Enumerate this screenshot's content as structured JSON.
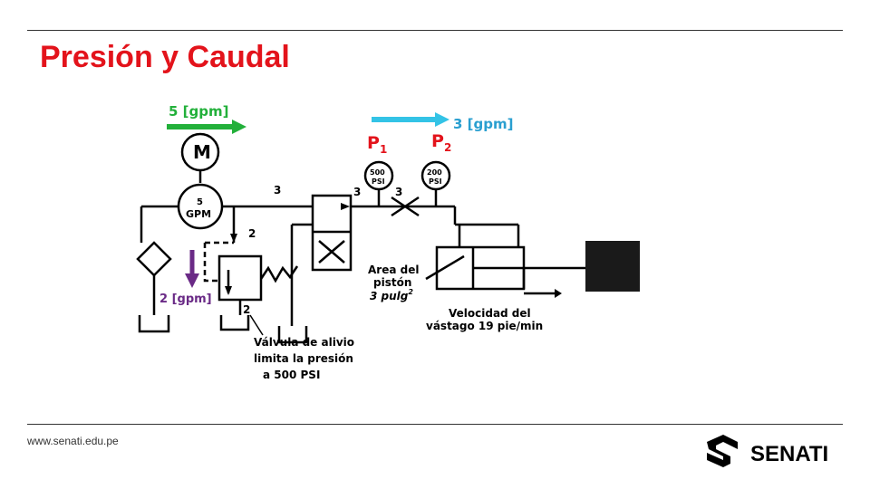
{
  "slide": {
    "title": "Presión y Caudal",
    "url": "www.senati.edu.pe",
    "logo_text": "SENATI"
  },
  "diagram": {
    "flow_in": "5 [gpm]",
    "flow_out": "3 [gpm]",
    "flow_relief": "2 [gpm]",
    "motor": "M",
    "pump_value": "5",
    "pump_unit": "GPM",
    "p1": "P",
    "p1_sub": "1",
    "p2": "P",
    "p2_sub": "2",
    "gauge1_value": "500",
    "gauge1_unit": "PSI",
    "gauge2_value": "200",
    "gauge2_unit": "PSI",
    "line_label_3a": "3",
    "line_label_3b": "3",
    "line_label_3c": "3",
    "line_label_2a": "2",
    "line_label_2b": "2",
    "piston_line1": "Area del",
    "piston_line2": "pistón",
    "piston_line3": "3 pulg",
    "piston_sup": "2",
    "velocity_line1": "Velocidad del",
    "velocity_line2": "vástago 19 pie/min",
    "relief_line1": "Válvula de alivio",
    "relief_line2": "limita la presión",
    "relief_line3": "a 500 PSI"
  },
  "colors": {
    "title": "#e3131b",
    "flow_in_arrow": "#22b03a",
    "flow_out_arrow": "#33c3e6",
    "relief_arrow": "#6a2a86"
  }
}
